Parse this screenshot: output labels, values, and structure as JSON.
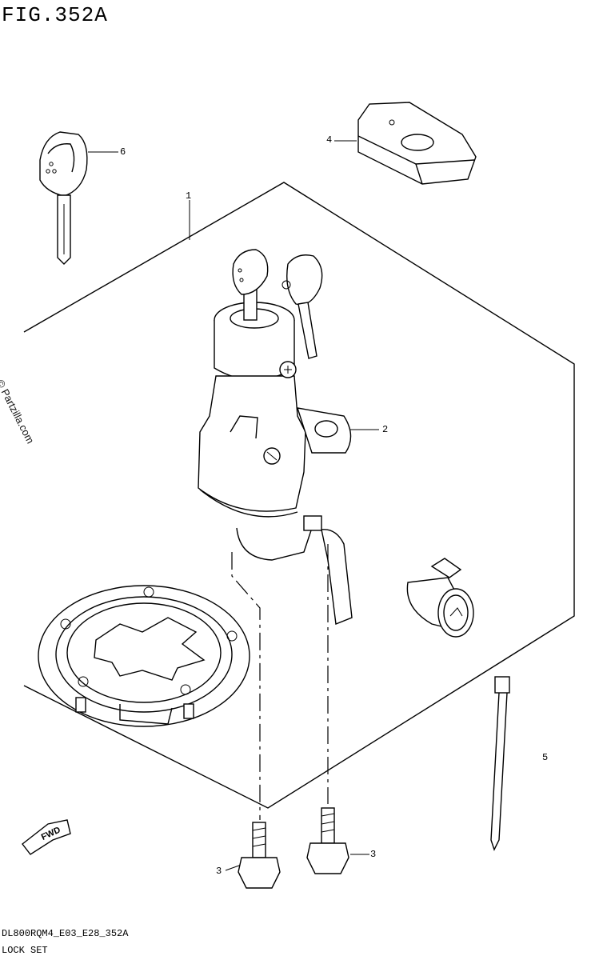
{
  "figure": {
    "title": "FIG.352A"
  },
  "callouts": {
    "c1": "1",
    "c2": "2",
    "c3a": "3",
    "c3b": "3",
    "c4": "4",
    "c5": "5",
    "c6": "6"
  },
  "watermark": "© Partzilla.com",
  "fwd_label": "FWD",
  "footer": {
    "code": "DL800RQM4_E03_E28_352A",
    "name": "LOCK SET"
  }
}
